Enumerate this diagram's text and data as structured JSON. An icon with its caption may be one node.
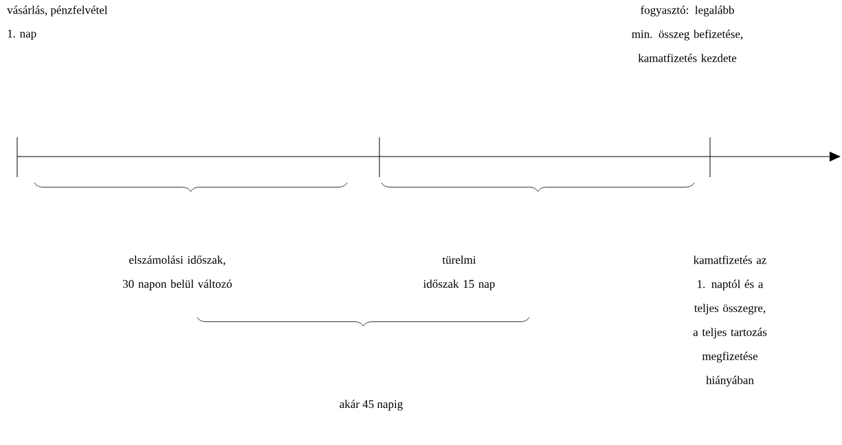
{
  "diagram": {
    "labels": [
      "vásárlás, pénzfelvétel",
      "fogyasztó: legalább min. összeg befizetése, kamatfizetés kezdete",
      "1. nap",
      "elszámolási időszak, 30 napon belül változó",
      "türelmi időszak 15 nap",
      "kamatfizetés az 1. naptól és a teljes összegre, a teljes tartozás megfizetése hiányában",
      "akár 45 napig"
    ]
  }
}
